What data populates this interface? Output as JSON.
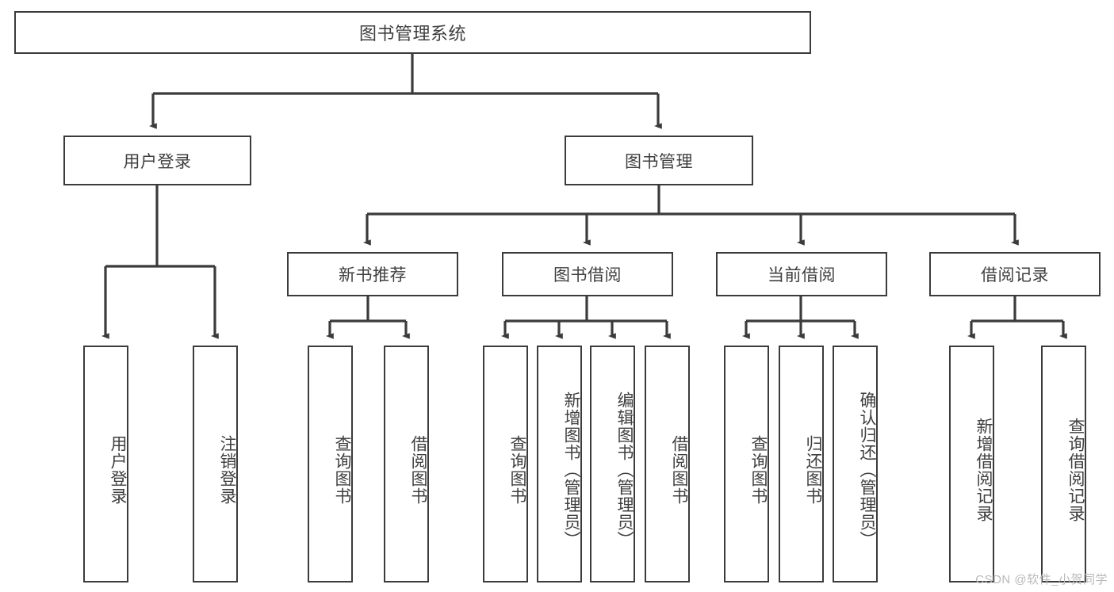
{
  "diagram": {
    "title": "图书管理系统",
    "type": "hierarchy-tree",
    "style": {
      "box_border_color": "#3b3b3b",
      "box_fill_color": "#ffffff",
      "text_color": "#3f3f3f",
      "connector_color": "#3b3b3b",
      "background_color": "#ffffff",
      "watermark_color": "#b9b9b9"
    },
    "root": {
      "label": "图书管理系统"
    },
    "level2": [
      {
        "label": "用户登录"
      },
      {
        "label": "图书管理"
      }
    ],
    "level3": [
      {
        "label": "新书推荐"
      },
      {
        "label": "图书借阅"
      },
      {
        "label": "当前借阅"
      },
      {
        "label": "借阅记录"
      }
    ],
    "leaves": {
      "user_login": [
        {
          "label": "用户登录"
        },
        {
          "label": "注销登录"
        }
      ],
      "new_book_recommend": [
        {
          "label": "查询图书"
        },
        {
          "label": "借阅图书"
        }
      ],
      "book_borrow": [
        {
          "label": "查询图书"
        },
        {
          "label": "新增图书（管理员）"
        },
        {
          "label": "编辑图书（管理员）"
        },
        {
          "label": "借阅图书"
        }
      ],
      "current_borrow": [
        {
          "label": "查询图书"
        },
        {
          "label": "归还图书"
        },
        {
          "label": "确认归还（管理员）"
        }
      ],
      "borrow_record": [
        {
          "label": "新增借阅记录"
        },
        {
          "label": "查询借阅记录"
        }
      ]
    }
  },
  "watermark": {
    "text": "CSDN @软件_小贺同学"
  }
}
